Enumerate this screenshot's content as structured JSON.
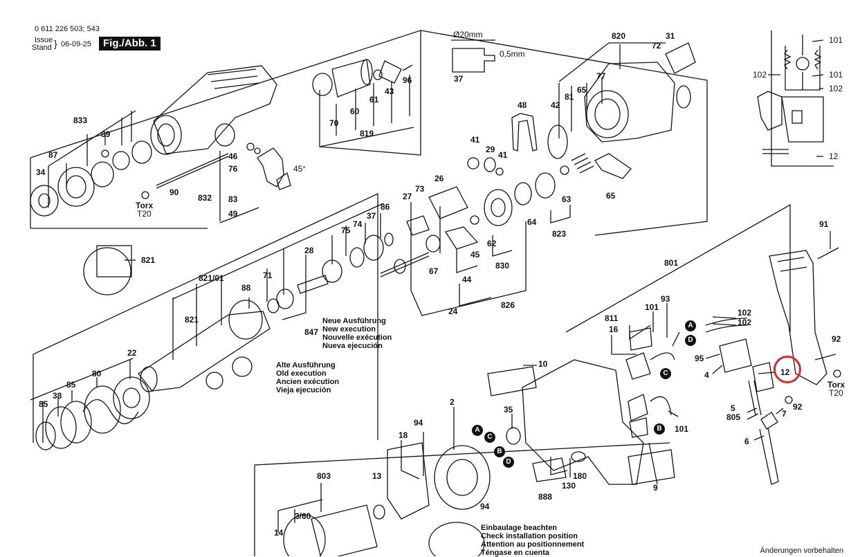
{
  "header": {
    "part_number": "0 611 226 503; 543",
    "issue_label": "Issue",
    "stand_label": "Stand",
    "date": "06-09-25",
    "figure": "Fig./Abb. 1"
  },
  "blocks": {
    "new": [
      "Neue Ausführung",
      "New execution",
      "Nouvelle exécution",
      "Nueva ejecución"
    ],
    "old": [
      "Alte Ausführung",
      "Old execution",
      "Ancien exécution",
      "Vieja ejecución"
    ],
    "install": [
      "Einbaulage beachten",
      "Check installation position",
      "Attention au positionnement",
      "Téngase en cuenta"
    ]
  },
  "dims": {
    "dia": "Ø20mm",
    "thick": "0,5mm"
  },
  "torx": {
    "name": "Torx",
    "size": "T20"
  },
  "angle": "45°",
  "circle_letters": {
    "a": "A",
    "b": "B",
    "c": "C",
    "d": "D"
  },
  "highlight_part": "12",
  "footer": "Änderungen vorbehalten",
  "parts": {
    "p833": "833",
    "p89": "89",
    "p87": "87",
    "p34": "34",
    "p90": "90",
    "p832": "832",
    "p83": "83",
    "p49": "49",
    "p46": "46",
    "p76": "76",
    "p70": "70",
    "p60": "60",
    "p61": "61",
    "p43": "43",
    "p96": "96",
    "p819": "819",
    "p37": "37",
    "p820": "820",
    "p31": "31",
    "p72": "72",
    "p77": "77",
    "p48": "48",
    "p42": "42",
    "p81": "81",
    "p65": "65",
    "p65b": "65",
    "p41": "41",
    "p29": "29",
    "p41b": "41",
    "p26": "26",
    "p27": "27",
    "p73": "73",
    "p64": "64",
    "p63": "63",
    "p823": "823",
    "p62": "62",
    "p830": "830",
    "p45": "45",
    "p44": "44",
    "p67": "67",
    "p24": "24",
    "p826": "826",
    "p821": "821",
    "p821_01": "821/01",
    "p88": "88",
    "p71": "71",
    "p28": "28",
    "p75": "75",
    "p74": "74",
    "p37b": "37",
    "p86": "86",
    "p847": "847",
    "p821b": "821",
    "p22": "22",
    "p80": "80",
    "p85": "85",
    "p38": "38",
    "p85b": "85",
    "p101": "101",
    "p101b": "101",
    "p102": "102",
    "p102b": "102",
    "p12": "12",
    "p91": "91",
    "p801": "801",
    "p93": "93",
    "p101c": "101",
    "p811": "811",
    "p16": "16",
    "p102c": "102",
    "p102d": "102",
    "p95": "95",
    "p4": "4",
    "p92": "92",
    "p92b": "92",
    "p5": "5",
    "p805": "805",
    "p7": "7",
    "p6": "6",
    "p10": "10",
    "p2": "2",
    "p35": "35",
    "p94": "94",
    "p18": "18",
    "p94b": "94",
    "p803": "803",
    "p13": "13",
    "p3_60": "3/60",
    "p14": "14",
    "p180": "180",
    "p130": "130",
    "p888": "888",
    "p9": "9",
    "p101d": "101"
  }
}
